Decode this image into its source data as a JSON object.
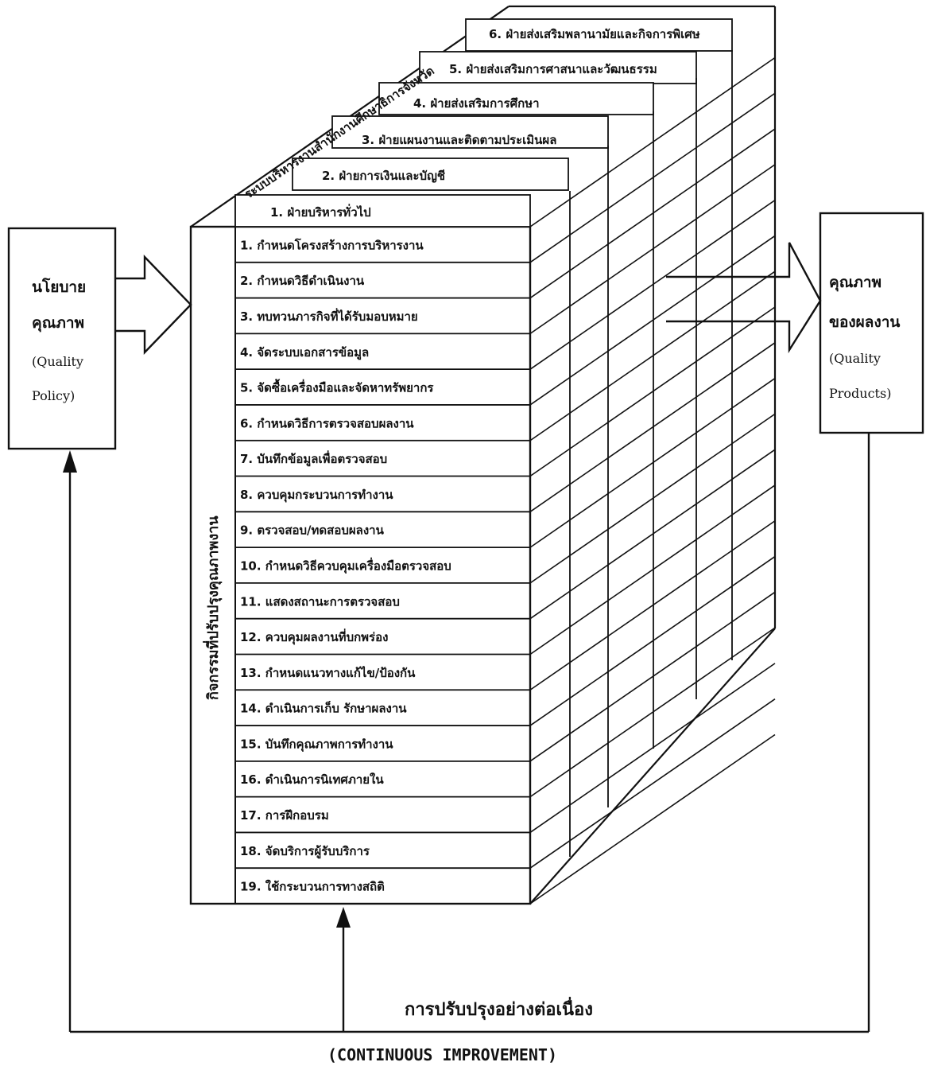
{
  "policy_box": {
    "title_line1": "นโยบาย",
    "title_line2": "คุณภาพ",
    "en_line1": "(Quality",
    "en_line2": "Policy)"
  },
  "products_box": {
    "title_line1": "คุณภาพ",
    "title_line2": "ของผลงาน",
    "en_line1": "(Quality",
    "en_line2": "Products)"
  },
  "top_title": "ระบบบริหารงานสำนักงานศึกษาธิการจังหวัด",
  "departments": [
    "1. ฝ่ายบริหารทั่วไป",
    "2. ฝ่ายการเงินและบัญชี",
    "3. ฝ่ายแผนงานและติดตามประเมินผล",
    "4. ฝ่ายส่งเสริมการศึกษา",
    "5. ฝ่ายส่งเสริมการศาสนาและวัฒนธรรม",
    "6. ฝ่ายส่งเสริมพลานามัยและกิจการพิเศษ"
  ],
  "side_title": "กิจกรรมที่ปรับปรุงคุณภาพงาน",
  "activities": [
    "1. กำหนดโครงสร้างการบริหารงาน",
    "2. กำหนดวิธีดำเนินงาน",
    "3. ทบทวนภารกิจที่ได้รับมอบหมาย",
    "4. จัดระบบเอกสารข้อมูล",
    "5. จัดซื้อเครื่องมือและจัดหาทรัพยากร",
    "6. กำหนดวิธีการตรวจสอบผลงาน",
    "7. บันทึกข้อมูลเพื่อตรวจสอบ",
    "8. ควบคุมกระบวนการทำงาน",
    "9. ตรวจสอบ/ทดสอบผลงาน",
    "10. กำหนดวิธีควบคุมเครื่องมือตรวจสอบ",
    "11. แสดงสถานะการตรวจสอบ",
    "12. ควบคุมผลงานที่บกพร่อง",
    "13. กำหนดแนวทางแก้ไข/ป้องกัน",
    "14.  ดำเนินการเก็บ รักษาผลงาน",
    "15. บันทึกคุณภาพการทำงาน",
    "16. ดำเนินการนิเทศภายใน",
    "17. การฝึกอบรม",
    "18. จัดบริการผู้รับบริการ",
    "19. ใช้กระบวนการทางสถิติ"
  ],
  "improvement": {
    "th": "การปรับปรุงอย่างต่อเนื่อง",
    "en": "(CONTINUOUS  IMPROVEMENT)"
  }
}
